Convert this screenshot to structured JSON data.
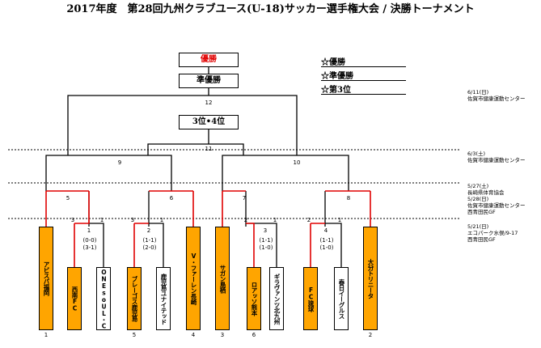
{
  "title": "2017年度　第28回九州クラブユース(U-18)サッカー選手権大会 / 決勝トーナメント",
  "boxes": {
    "champion": "優勝",
    "runner_up": "準優勝",
    "third": "3位•4位"
  },
  "legend": [
    "☆優勝",
    "☆準優勝",
    "☆第3位"
  ],
  "dates": {
    "final": [
      "6/11(日)",
      "佐賀市健康運動センター"
    ],
    "semi": [
      "6/3(土)",
      "佐賀市健康運動センター"
    ],
    "quarter": [
      "5/27(土)",
      "長崎県体育協会",
      "5/28(日)",
      "佐賀市健康運動センター",
      "西青田民GF"
    ],
    "first": [
      "5/21(日)",
      "エコパーク水俣/9-17",
      "西青田民GF"
    ]
  },
  "match_numbers": {
    "m1": "1",
    "m2": "2",
    "m3": "3",
    "m4": "4",
    "m5": "5",
    "m6": "6",
    "m7": "7",
    "m8": "8",
    "m9": "9",
    "m10": "10",
    "m11": "11",
    "m12": "12"
  },
  "scores": {
    "m1": [
      "(0-0)",
      "(3-1)"
    ],
    "m2": [
      "(1-1)",
      "(2-0)"
    ],
    "m3": [
      "(1-1)",
      "(1-0)"
    ],
    "m4": [
      "(1-1)",
      "(1-0)"
    ]
  },
  "side_scores": {
    "m1_left": "3",
    "m1_right": "1",
    "m2_left": "3",
    "m2_right": "1",
    "m3_left": "2",
    "m3_right": "1",
    "m4_left": "2",
    "m4_right": "1"
  },
  "teams": [
    {
      "name": "アビスパ福岡",
      "seed": "1",
      "winner": true
    },
    {
      "name": "西南FC",
      "seed": "",
      "winner": true
    },
    {
      "name": "ONEsoUL・C福岡",
      "seed": "",
      "winner": false
    },
    {
      "name": "ブレーゴス鹿児島",
      "seed": "5",
      "winner": true
    },
    {
      "name": "鹿児島ユナイテッド",
      "seed": "",
      "winner": false
    },
    {
      "name": "V・ファーレン長崎",
      "seed": "4",
      "winner": true
    },
    {
      "name": "サガン鳥栖",
      "seed": "3",
      "winner": true
    },
    {
      "name": "ロアッソ熊本",
      "seed": "6",
      "winner": true
    },
    {
      "name": "ギラヴァンツ北九州",
      "seed": "",
      "winner": false
    },
    {
      "name": "FC琉球",
      "seed": "",
      "winner": true
    },
    {
      "name": "春日イーグルス",
      "seed": "",
      "winner": false
    },
    {
      "name": "大分トリニータ",
      "seed": "2",
      "winner": true
    }
  ],
  "colors": {
    "win_path": "#e00000",
    "win_fill": "#ffa500"
  }
}
